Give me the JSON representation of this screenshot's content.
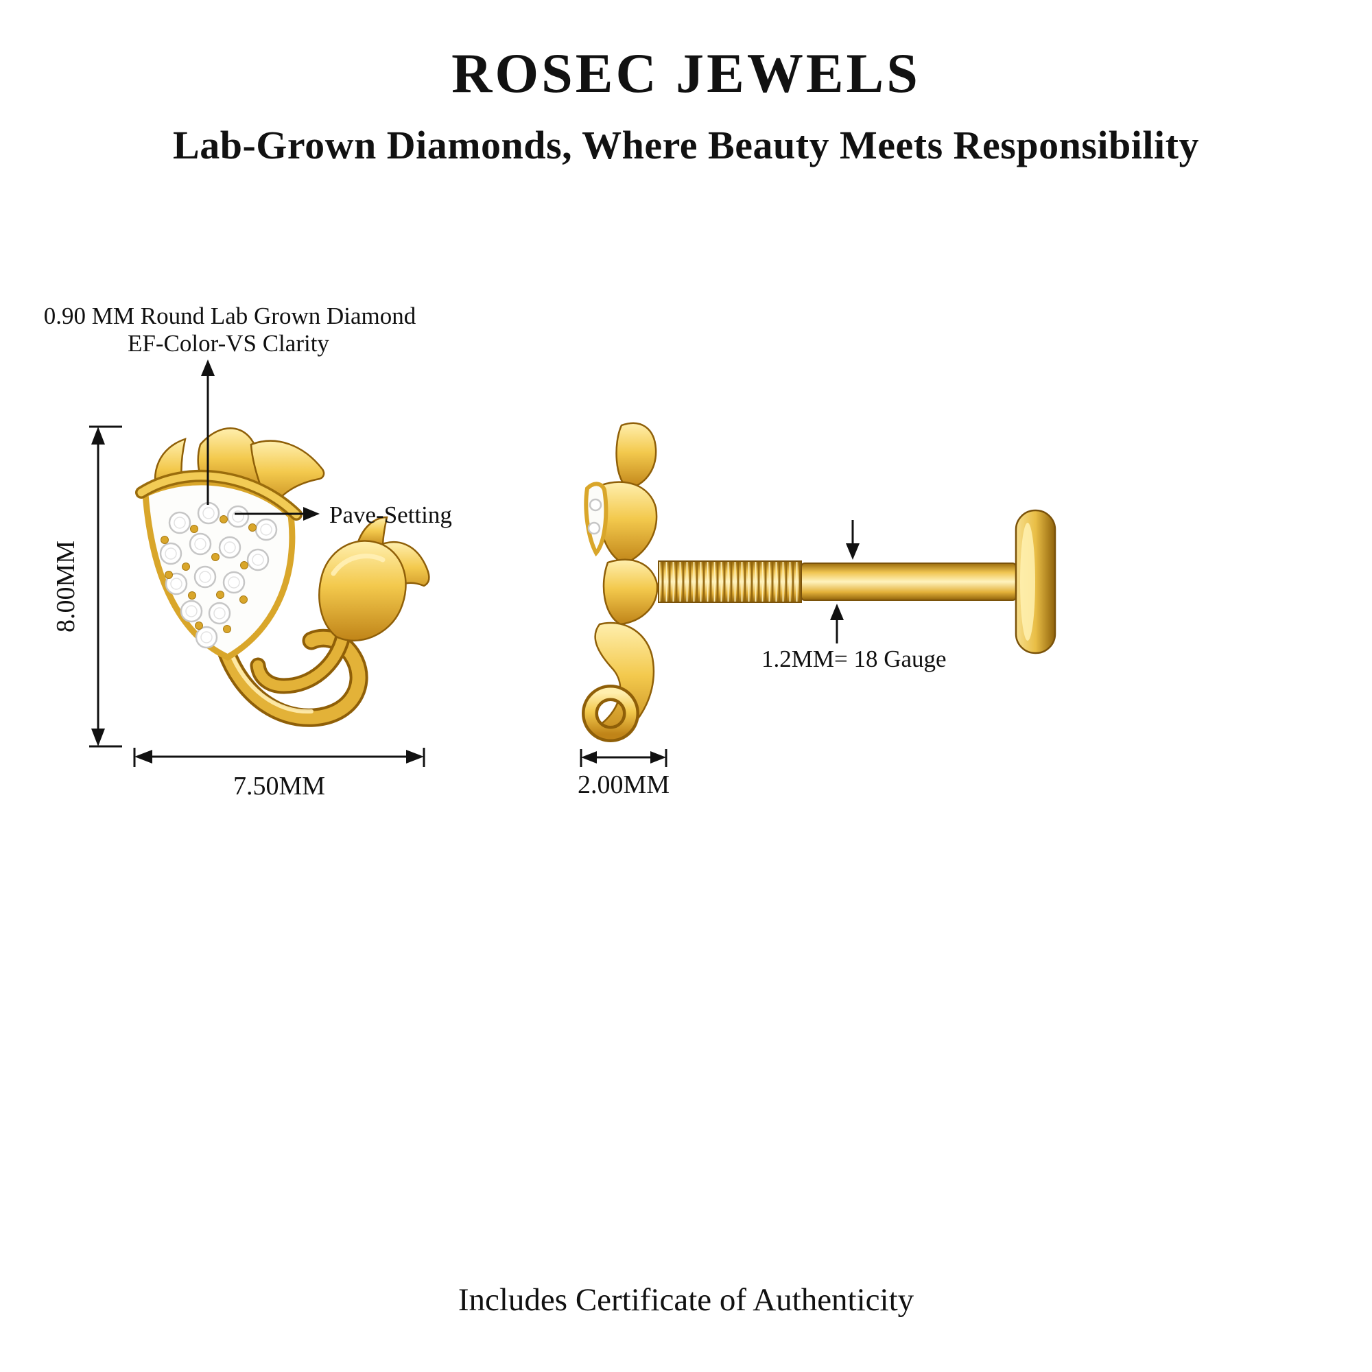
{
  "header": {
    "brand": "ROSEC JEWELS",
    "tagline": "Lab-Grown Diamonds, Where Beauty Meets Responsibility"
  },
  "callouts": {
    "diamond_line1": "0.90 MM Round Lab Grown Diamond",
    "diamond_line2": "EF-Color-VS Clarity",
    "pave": "Pave-Setting",
    "gauge": "1.2MM= 18 Gauge"
  },
  "dimensions": {
    "front_height": "8.00MM",
    "front_width": "7.50MM",
    "side_width": "2.00MM"
  },
  "footer": {
    "note": "Includes Certificate of Authenticity"
  },
  "colors": {
    "gold": "#E9BE46",
    "gold_dark": "#8F620A",
    "gold_light": "#FFF3BE",
    "diamond": "#FFFFFF",
    "text": "#111111",
    "background": "#FFFFFF"
  }
}
